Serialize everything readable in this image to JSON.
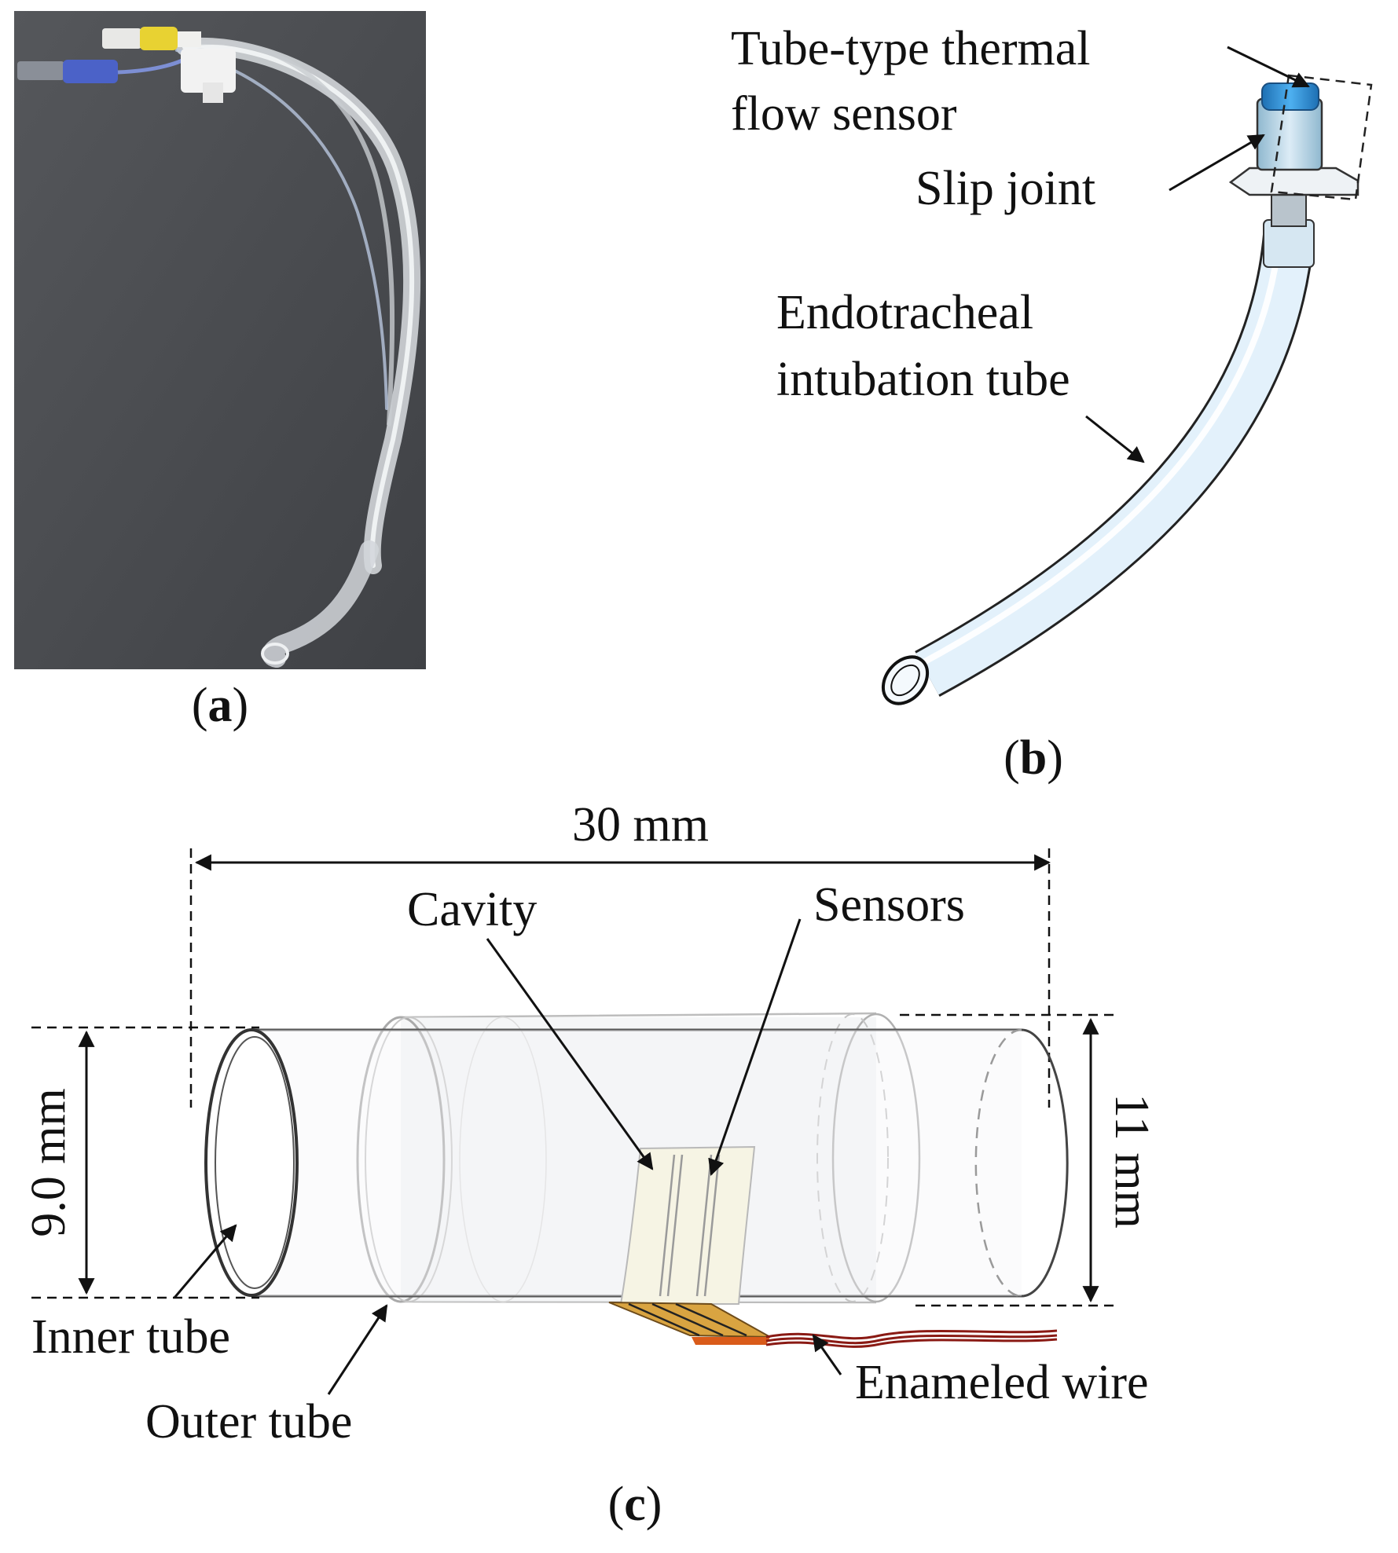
{
  "panels": {
    "a": {
      "caption_open": "(",
      "caption_letter": "a",
      "caption_close": ")"
    },
    "b": {
      "caption_open": "(",
      "caption_letter": "b",
      "caption_close": ")",
      "labels": {
        "sensor_line1": "Tube-type thermal",
        "sensor_line2": "flow sensor",
        "slip_joint": "Slip joint",
        "tube_line1": "Endotracheal",
        "tube_line2": "intubation tube"
      }
    },
    "c": {
      "caption_open": "(",
      "caption_letter": "c",
      "caption_close": ")",
      "labels": {
        "length": "30 mm",
        "cavity": "Cavity",
        "sensors": "Sensors",
        "inner_diameter": "9.0 mm",
        "outer_diameter": "11 mm",
        "inner_tube": "Inner tube",
        "outer_tube": "Outer tube",
        "enameled_wire": "Enameled wire"
      }
    }
  },
  "colors": {
    "photo_background": "#4a4c50",
    "sensor_cap": "#2f8fd8",
    "tube_fill": "#e3f1fb",
    "enameled_wire": "#8a1a14"
  }
}
